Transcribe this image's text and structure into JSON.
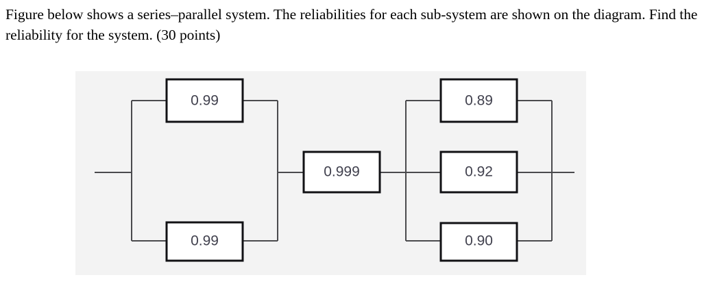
{
  "question": {
    "text": "Figure below shows a series–parallel system. The reliabilities for each sub-system are shown on the diagram. Find the reliability for the system. (30 points)"
  },
  "figure": {
    "background_color": "#f3f3f3",
    "wire_color": "#4a4a4d",
    "block_border_color": "#111114",
    "block_fill_color": "#ffffff",
    "label_color": "#41414e",
    "blocks": [
      {
        "id": "left-parallel-top",
        "label": "0.99",
        "group": "left-parallel",
        "position": "top"
      },
      {
        "id": "left-parallel-bottom",
        "label": "0.99",
        "group": "left-parallel",
        "position": "bottom"
      },
      {
        "id": "series-middle",
        "label": "0.999",
        "group": "series",
        "position": "middle"
      },
      {
        "id": "right-parallel-top",
        "label": "0.89",
        "group": "right-parallel",
        "position": "top"
      },
      {
        "id": "right-parallel-mid",
        "label": "0.92",
        "group": "right-parallel",
        "position": "middle"
      },
      {
        "id": "right-parallel-bot",
        "label": "0.90",
        "group": "right-parallel",
        "position": "bottom"
      }
    ]
  }
}
